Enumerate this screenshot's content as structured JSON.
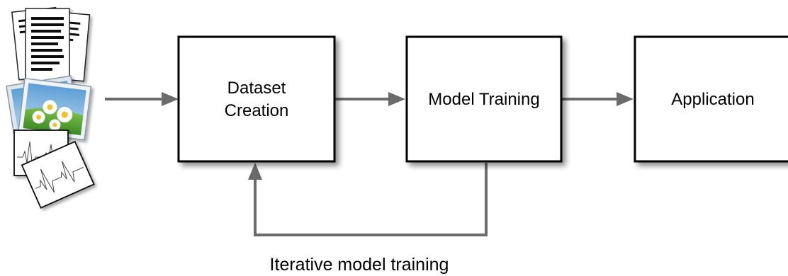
{
  "diagram": {
    "nodes": {
      "dataset": {
        "line1": "Dataset",
        "line2": "Creation"
      },
      "training": {
        "label": "Model Training"
      },
      "application": {
        "label": "Application"
      }
    },
    "loop_label": "Iterative model training",
    "input_icons": [
      "documents-icon",
      "image-icon",
      "ecg-signal-icon"
    ],
    "colors": {
      "arrow": "#6b6b6b",
      "box_border": "#000000",
      "shadow": "#a0a0a0"
    }
  }
}
